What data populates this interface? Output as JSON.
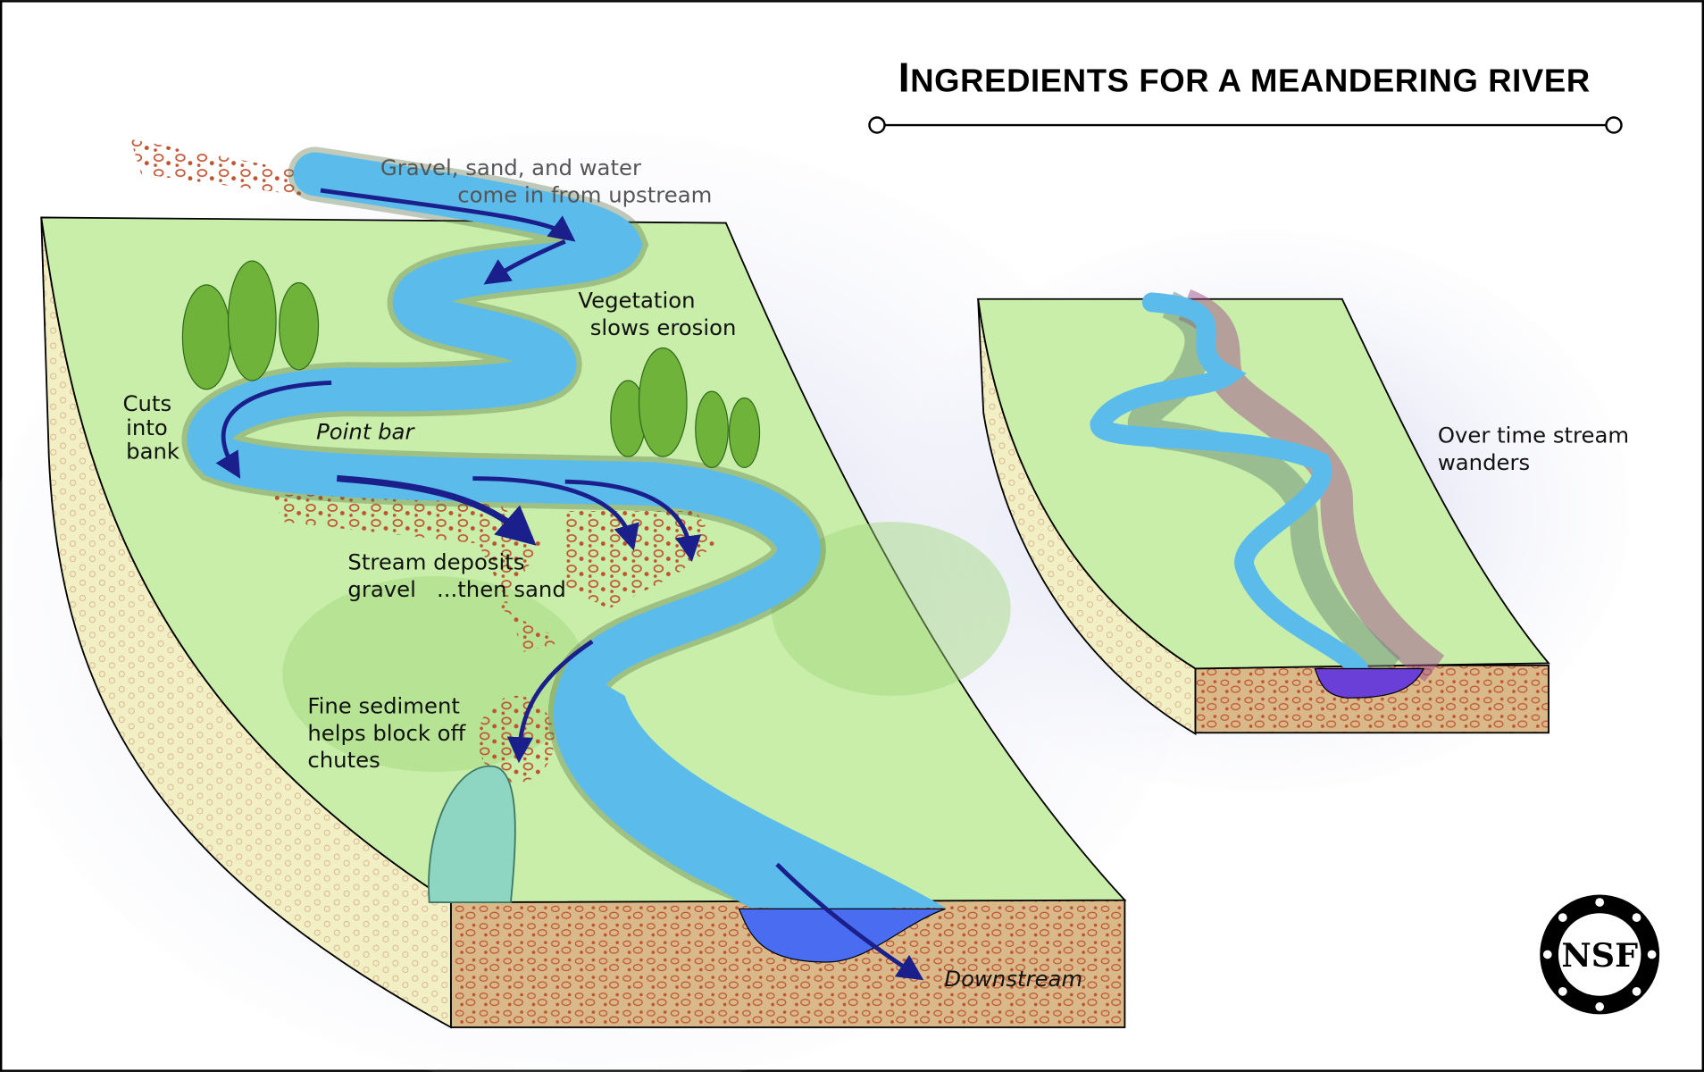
{
  "title": {
    "first_letter": "I",
    "rest": "NGREDIENTS FOR A MEANDERING RIVER"
  },
  "labels": {
    "upstream_1": "Gravel, sand, and water",
    "upstream_2": "come in from upstream",
    "vegetation_1": "Vegetation",
    "vegetation_2": "slows erosion",
    "cuts_1": "Cuts",
    "cuts_2": "into",
    "cuts_3": "bank",
    "point_bar": "Point bar",
    "deposits_1": "Stream deposits",
    "deposits_2": "gravel   ...then sand",
    "fine_1": "Fine sediment",
    "fine_2": "helps block off",
    "fine_3": "chutes",
    "downstream": "Downstream",
    "wanders_1": "Over time stream",
    "wanders_2": "wanders"
  },
  "logo": {
    "text": "NSF"
  },
  "colors": {
    "land": "#c8eeaa",
    "water": "#5bbcec",
    "deep_water": "#4a6cf0",
    "soil": "#d9b98a",
    "arrow": "#1a1f8c",
    "gravel": "#c0522e"
  }
}
